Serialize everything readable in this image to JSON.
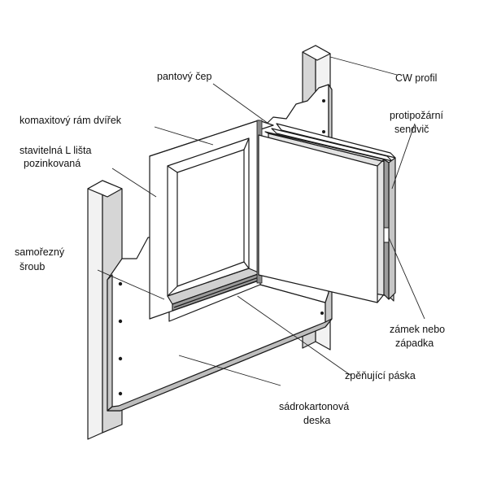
{
  "labels": {
    "pantovy_cep": "pantový čep",
    "cw_profil": "CW profil",
    "komaxitovy_ram": "komaxitový rám dvířek",
    "protipozarni_1": "protipožární",
    "protipozarni_2": "sendvič",
    "stavitelna_1": "stavitelná L lišta",
    "stavitelna_2": "pozinkovaná",
    "samorezny_1": "samořezný",
    "samorezny_2": "šroub",
    "zamek_1": "zámek nebo",
    "zamek_2": "západka",
    "zpenujici": "zpěňující páska",
    "sadrokarton_1": "sádrokartonová",
    "sadrokarton_2": "deska"
  },
  "colors": {
    "line": "#1a1a1a",
    "board_face": "#ffffff",
    "board_shade": "#c9c9c9",
    "dark_edge": "#8a8a8a"
  }
}
